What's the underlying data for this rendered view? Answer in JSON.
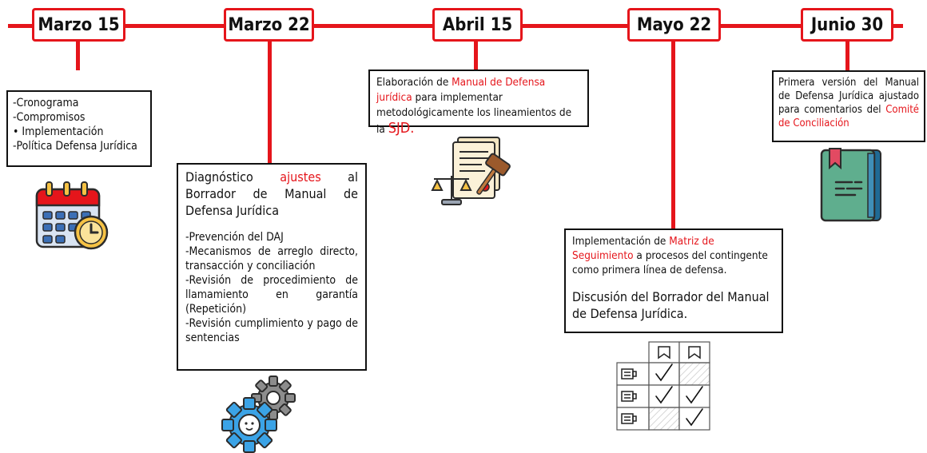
{
  "timeline": [
    {
      "date": "Marzo 15"
    },
    {
      "date": "Marzo 22"
    },
    {
      "date": "Abril 15"
    },
    {
      "date": "Mayo 22"
    },
    {
      "date": "Junio 30"
    }
  ],
  "box1": {
    "items": [
      "-Cronograma",
      "-Compromisos",
      "•  Implementación",
      "-Política Defensa Jurídica"
    ]
  },
  "box2": {
    "title_a": "Diagnóstico",
    "title_red": "ajustes",
    "title_b": "al Borrador de Manual de Defensa Jurídica",
    "items": [
      "-Prevención del DAJ",
      "-Mecanismos de arreglo directo, transacción y conciliación",
      "-Revisión de procedimiento de llamamiento en garantía (Repetición)",
      "-Revisión cumplimiento y pago de sentencias"
    ]
  },
  "box3": {
    "t1": "Elaboración de ",
    "red": "Manual de Defensa jurídica",
    "t2": " para implementar metodológicamente los lineamientos de la ",
    "sjd": "SJD."
  },
  "box4": {
    "t1": "Implementación de ",
    "red": "Matriz de Seguimiento",
    "t2": " a procesos del contingente como primera línea de defensa.",
    "p2": "Discusión del Borrador del Manual de Defensa Jurídica."
  },
  "box5": {
    "t1": "Primera versión del Manual de Defensa Jurídica ajustado para comentarios del ",
    "red": "Comité de Conciliación"
  },
  "colors": {
    "accent": "#e5151b",
    "text": "#111111"
  },
  "icons": [
    "calendar-clock-icon",
    "gears-icon",
    "legal-document-gavel-icon",
    "checklist-matrix-icon",
    "book-icon"
  ]
}
